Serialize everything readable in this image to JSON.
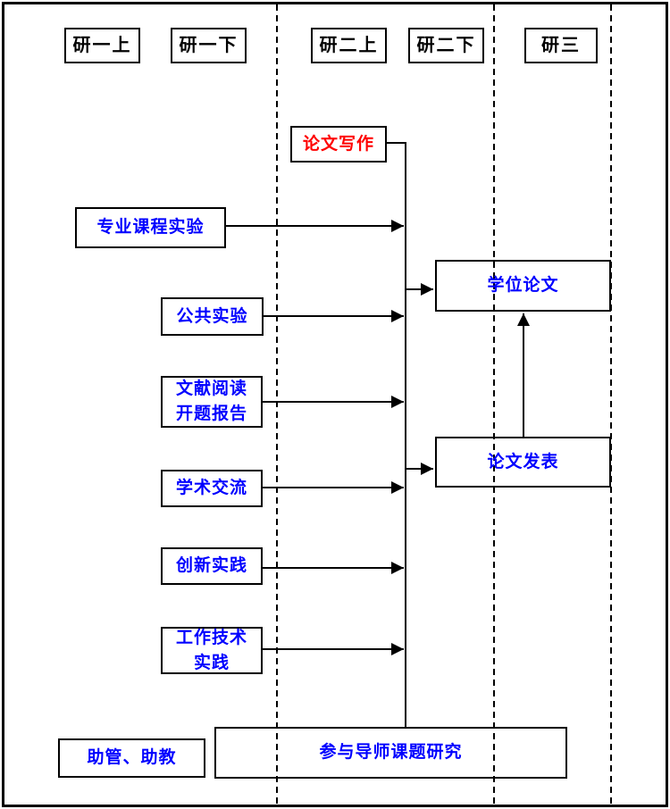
{
  "diagram": {
    "term_headers": [
      "研一上",
      "研一下",
      "研二上",
      "研二下",
      "研三"
    ],
    "nodes": {
      "thesis_writing": {
        "label": "论文写作"
      },
      "professional_course_experiment": {
        "label": "专业课程实验"
      },
      "public_experiment": {
        "label": "公共实验"
      },
      "literature_reading_proposal": {
        "label": "文献阅读\n开题报告"
      },
      "academic_exchange": {
        "label": "学术交流"
      },
      "innovation_practice": {
        "label": "创新实践"
      },
      "work_technical_practice": {
        "label": "工作技术\n实践"
      },
      "assistant_duties": {
        "label": "助管、助教"
      },
      "supervisor_project_research": {
        "label": "参与导师课题研究"
      },
      "degree_thesis": {
        "label": "学位论文"
      },
      "paper_publication": {
        "label": "论文发表"
      }
    },
    "colors": {
      "highlight_red": "#ff0000",
      "node_blue": "#0000ff",
      "header_black": "#000000",
      "line_black": "#000000"
    }
  }
}
